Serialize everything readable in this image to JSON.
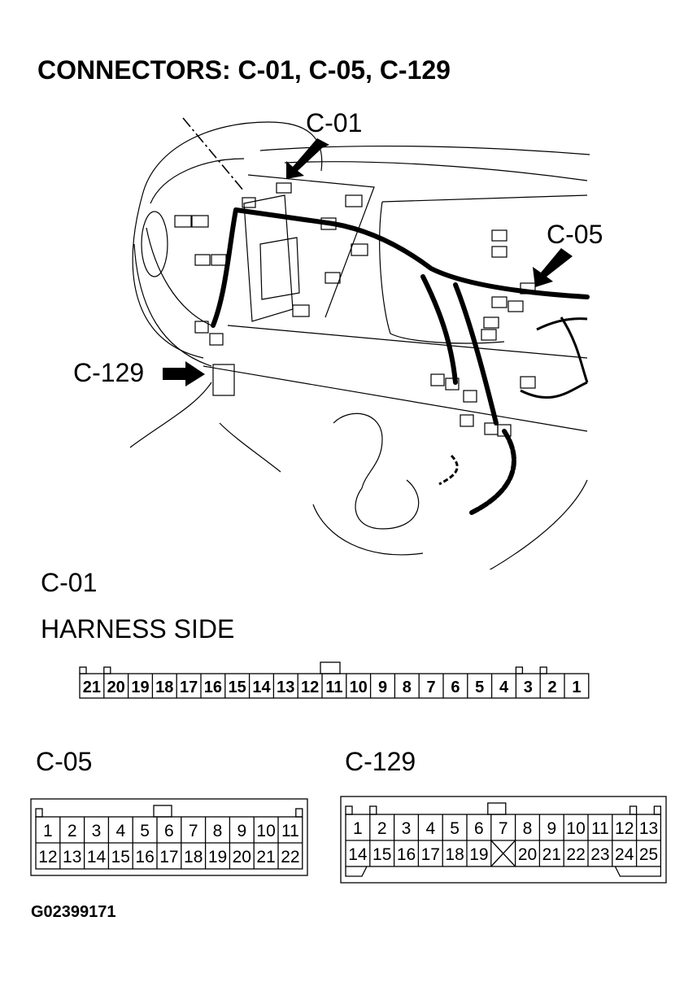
{
  "title": "CONNECTORS: C-01, C-05, C-129",
  "callouts": {
    "c01": "C-01",
    "c05": "C-05",
    "c129": "C-129"
  },
  "c01_section": {
    "heading": "C-01",
    "subheading": "HARNESS SIDE",
    "pins": [
      "21",
      "20",
      "19",
      "18",
      "17",
      "16",
      "15",
      "14",
      "13",
      "12",
      "11",
      "10",
      "9",
      "8",
      "7",
      "6",
      "5",
      "4",
      "3",
      "2",
      "1"
    ]
  },
  "c05_section": {
    "heading": "C-05",
    "row1": [
      "1",
      "2",
      "3",
      "4",
      "5",
      "6",
      "7",
      "8",
      "9",
      "10",
      "11"
    ],
    "row2": [
      "12",
      "13",
      "14",
      "15",
      "16",
      "17",
      "18",
      "19",
      "20",
      "21",
      "22"
    ]
  },
  "c129_section": {
    "heading": "C-129",
    "row1": [
      "1",
      "2",
      "3",
      "4",
      "5",
      "6",
      "7",
      "8",
      "9",
      "10",
      "11",
      "12",
      "13"
    ],
    "row2": [
      "14",
      "15",
      "16",
      "17",
      "18",
      "19",
      "",
      "20",
      "21",
      "22",
      "23",
      "24",
      "25"
    ]
  },
  "figure_id": "G02399171"
}
